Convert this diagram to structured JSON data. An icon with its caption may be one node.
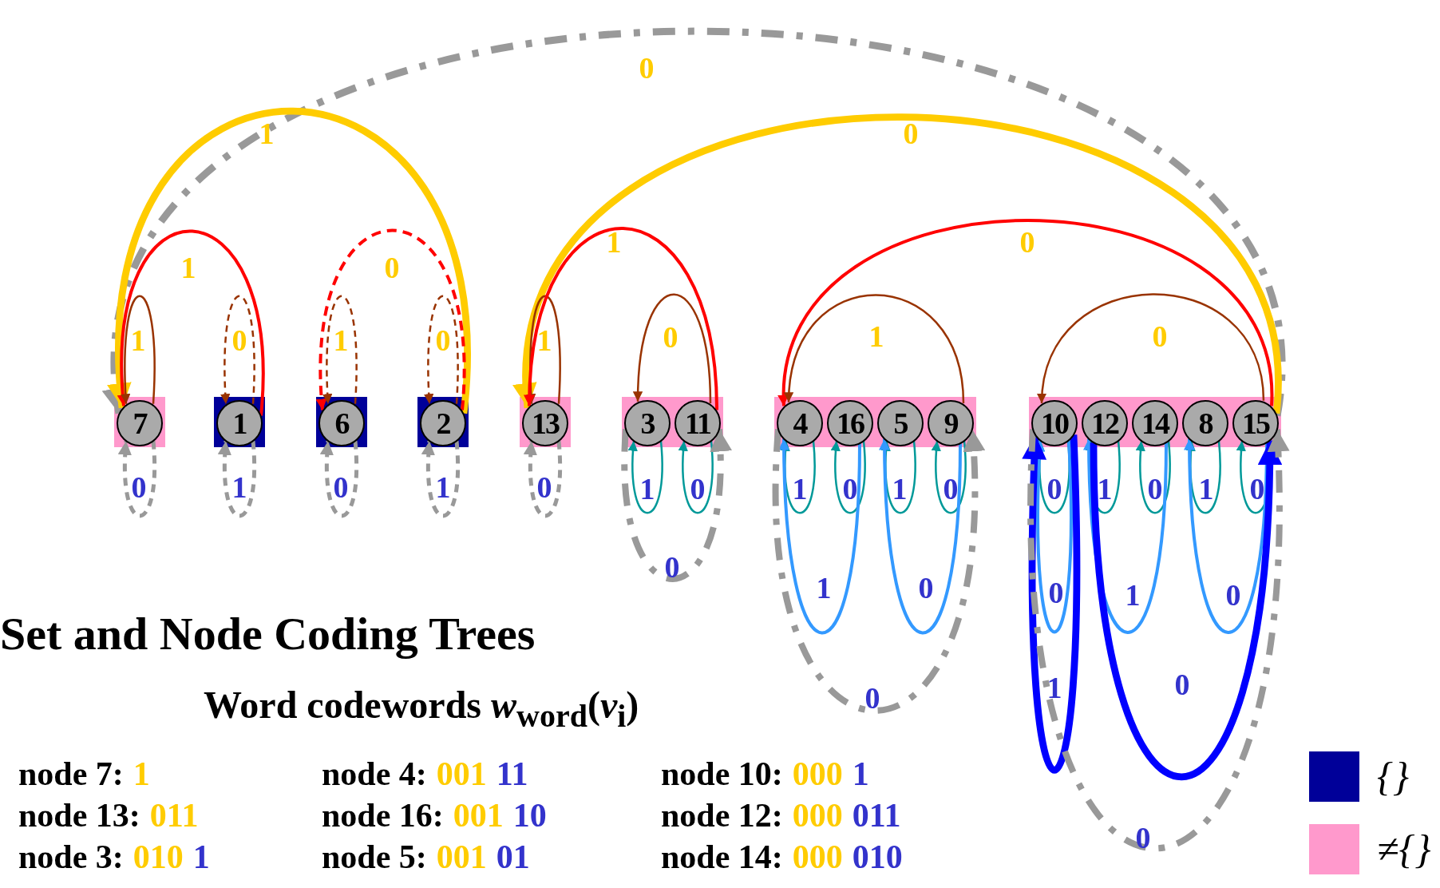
{
  "diagram": {
    "title": "Set and Node Coding Trees",
    "nodes": [
      {
        "text": [],
        "shape": "box"
      },
      {
        "text": [
          "7"
        ],
        "in": 0
      },
      {
        "text": [],
        "shape": "box"
      },
      {
        "text": [
          "1"
        ],
        "in": 2
      },
      {
        "text": [],
        "shape": "box"
      },
      {
        "text": [
          "6"
        ],
        "in": 4
      },
      {
        "text": [],
        "shape": "box"
      },
      {
        "text": [
          "2"
        ],
        "in": 6
      },
      {
        "text": [],
        "shape": "box"
      },
      {
        "text": [
          "13"
        ],
        "in": 8
      },
      {
        "text": [],
        "shape": "box"
      },
      {
        "text": [
          "3"
        ],
        "in": 10
      },
      {
        "text": [
          "11"
        ],
        "in": 10
      },
      {
        "text": [],
        "shape": "box"
      },
      {
        "text": [
          "4"
        ],
        "in": 13
      },
      {
        "text": [
          "16"
        ],
        "in": 13
      },
      {
        "text": [
          "5"
        ],
        "in": 13
      },
      {
        "text": [
          "9"
        ],
        "in": 13
      },
      {
        "text": [],
        "shape": "box"
      },
      {
        "text": [
          "10"
        ],
        "in": 18
      },
      {
        "text": [
          "12"
        ],
        "in": 18
      },
      {
        "text": [
          "14"
        ],
        "in": 18
      },
      {
        "text": [
          "8"
        ],
        "in": 18
      },
      {
        "text": [
          "15"
        ],
        "in": 18
      }
    ],
    "edges": [
      {
        "from": 23,
        "to": 1,
        "arrow": "to",
        "label": "0",
        "style": "dashed",
        "color": "#999999"
      },
      {
        "from": 7,
        "to": 1,
        "arrow": "to",
        "label": "1",
        "style": "thick",
        "color": "#ffcc00"
      },
      {
        "from": 23,
        "to": 9,
        "arrow": "to",
        "label": "0",
        "style": "thick",
        "color": "#ffcc00"
      },
      {
        "from": 3,
        "to": 1,
        "arrow": "to",
        "label": "1",
        "color": "#ff0000"
      },
      {
        "from": 7,
        "to": 5,
        "arrow": "to",
        "label": "0",
        "style": "dashed",
        "color": "#ff0000"
      },
      {
        "from": 1,
        "to": 1,
        "arrow": "to",
        "label": "1",
        "color": "#993300"
      },
      {
        "from": 3,
        "to": 3,
        "arrow": "to",
        "label": "0",
        "style": "dashed",
        "color": "#993300"
      },
      {
        "from": 5,
        "to": 5,
        "arrow": "to",
        "label": "1",
        "style": "dashed",
        "color": "#993300"
      },
      {
        "from": 7,
        "to": 7,
        "arrow": "to",
        "label": "0",
        "style": "dashed",
        "color": "#993300"
      },
      {
        "from": 9,
        "to": 9,
        "arrow": "to",
        "label": "1",
        "color": "#993300"
      },
      {
        "from": 12,
        "to": 9,
        "arrow": "to",
        "label": "1",
        "color": "#ff0000"
      },
      {
        "from": 12,
        "to": 11,
        "arrow": "to",
        "label": "0",
        "color": "#993300"
      },
      {
        "from": 23,
        "to": 14,
        "arrow": "to",
        "label": "0",
        "color": "#ff0000"
      },
      {
        "from": 17,
        "to": 14,
        "arrow": "to",
        "label": "1",
        "color": "#993300"
      },
      {
        "from": 23,
        "to": 19,
        "arrow": "to",
        "label": "0",
        "color": "#993300"
      },
      {
        "from": 1,
        "to": 1,
        "arrow": "to",
        "label": "0",
        "style": "dashed",
        "color": "#999999"
      },
      {
        "from": 3,
        "to": 3,
        "arrow": "to",
        "label": "1",
        "style": "dashed",
        "color": "#999999"
      },
      {
        "from": 5,
        "to": 5,
        "arrow": "to",
        "label": "0",
        "style": "dashed",
        "color": "#999999"
      },
      {
        "from": 7,
        "to": 7,
        "arrow": "to",
        "label": "1",
        "style": "dashed",
        "color": "#999999"
      },
      {
        "from": 9,
        "to": 9,
        "arrow": "to",
        "label": "0",
        "style": "dashed",
        "color": "#999999"
      },
      {
        "from": 11,
        "to": 11,
        "arrow": "to",
        "label": "1",
        "color": "#009999"
      },
      {
        "from": 12,
        "to": 12,
        "arrow": "to",
        "label": "0",
        "color": "#009999"
      },
      {
        "from": 11,
        "to": 12,
        "arrow": "to",
        "label": "0",
        "style": "dashed",
        "color": "#999999"
      },
      {
        "from": 14,
        "to": 14,
        "arrow": "to",
        "label": "1",
        "color": "#009999"
      },
      {
        "from": 15,
        "to": 15,
        "arrow": "to",
        "label": "0",
        "color": "#009999"
      },
      {
        "from": 16,
        "to": 16,
        "arrow": "to",
        "label": "1",
        "color": "#009999"
      },
      {
        "from": 17,
        "to": 17,
        "arrow": "to",
        "label": "0",
        "color": "#009999"
      },
      {
        "from": 15,
        "to": 14,
        "arrow": "to",
        "label": "1",
        "color": "#3399ff"
      },
      {
        "from": 17,
        "to": 16,
        "arrow": "to",
        "label": "0",
        "color": "#3399ff"
      },
      {
        "from": 14,
        "to": 17,
        "arrow": "to",
        "label": "0",
        "style": "dashed",
        "color": "#999999"
      },
      {
        "from": 19,
        "to": 19,
        "arrow": "to",
        "label": "0",
        "color": "#009999"
      },
      {
        "from": 20,
        "to": 20,
        "arrow": "to",
        "label": "1",
        "color": "#009999"
      },
      {
        "from": 21,
        "to": 21,
        "arrow": "to",
        "label": "0",
        "color": "#009999"
      },
      {
        "from": 22,
        "to": 22,
        "arrow": "to",
        "label": "1",
        "color": "#009999"
      },
      {
        "from": 23,
        "to": 23,
        "arrow": "to",
        "label": "0",
        "color": "#009999"
      },
      {
        "from": 19,
        "to": 19,
        "arrow": "to",
        "label": "0",
        "color": "#3399ff"
      },
      {
        "from": 21,
        "to": 20,
        "arrow": "to",
        "label": "1",
        "color": "#3399ff"
      },
      {
        "from": 23,
        "to": 22,
        "arrow": "to",
        "label": "0",
        "color": "#3399ff"
      },
      {
        "from": 19,
        "to": 19,
        "arrow": "to",
        "label": "1",
        "style": "thick",
        "color": "#0000ff"
      },
      {
        "from": 20,
        "to": 23,
        "arrow": "to",
        "label": "0",
        "style": "thick",
        "color": "#0000ff"
      },
      {
        "from": 19,
        "to": 23,
        "arrow": "to",
        "label": "0",
        "style": "dashed",
        "color": "#999999"
      }
    ],
    "labels": [
      "Word codewords *w*$_{word}$(*v*$_{i}$)",
      "node 7:",
      "1",
      "node 4:",
      "001",
      "11",
      "node 10:",
      "000",
      "1",
      "node 13:",
      "011",
      "node 16:",
      "001",
      "10",
      "node 12:",
      "000",
      "011",
      "node 3:",
      "010",
      "1",
      "node 5:",
      "001",
      "01",
      "node 14:",
      "000",
      "010"
    ],
    "legend": [
      {
        "text": "{}",
        "color": "#000099"
      },
      {
        "text": "≠{}",
        "color": "#ff99cc"
      }
    ]
  }
}
